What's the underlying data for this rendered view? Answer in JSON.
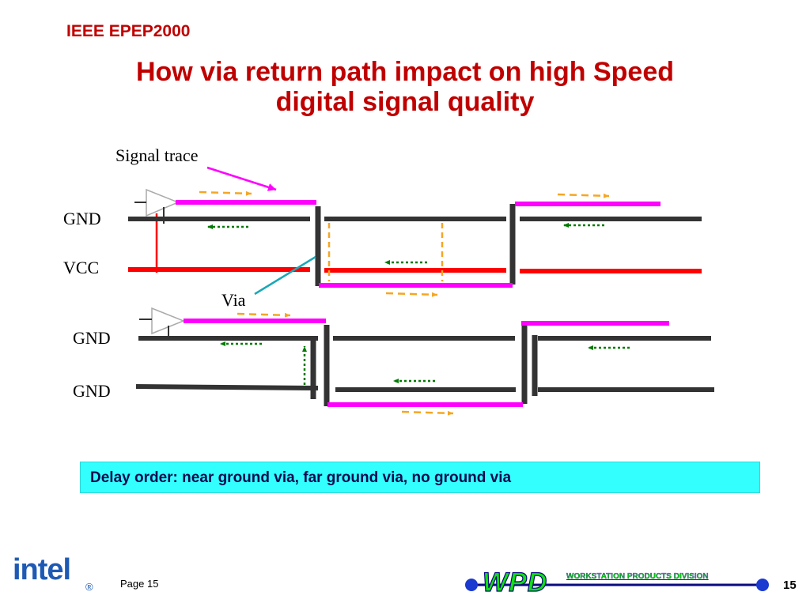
{
  "header": {
    "tag": "IEEE EPEP2000",
    "title_line1": "How via return path impact on high Speed",
    "title_line2": "digital signal quality"
  },
  "diagram": {
    "signal_trace_label": "Signal trace",
    "via_label": "Via",
    "top_labels": [
      "GND",
      "VCC"
    ],
    "bottom_labels": [
      "GND",
      "GND"
    ]
  },
  "callout": {
    "text": "Delay order: near ground via, far ground via, no ground via"
  },
  "footer": {
    "page_label": "Page 15",
    "page_number": "15",
    "logo_wordmark": "intel",
    "logo_registered": "®",
    "division_logo": "WPD",
    "division_name": "WORKSTATION PRODUCTS DIVISION"
  },
  "colors": {
    "title": "#c00000",
    "signal_trace": "#ff00ff",
    "ground_plane": "#333333",
    "vcc_plane": "#ff0000",
    "forward_current_arrow": "#f5a623",
    "return_current_arrow": "#007a00",
    "callout_background": "#33ffff",
    "via_pointer": "#1aa8b8"
  }
}
